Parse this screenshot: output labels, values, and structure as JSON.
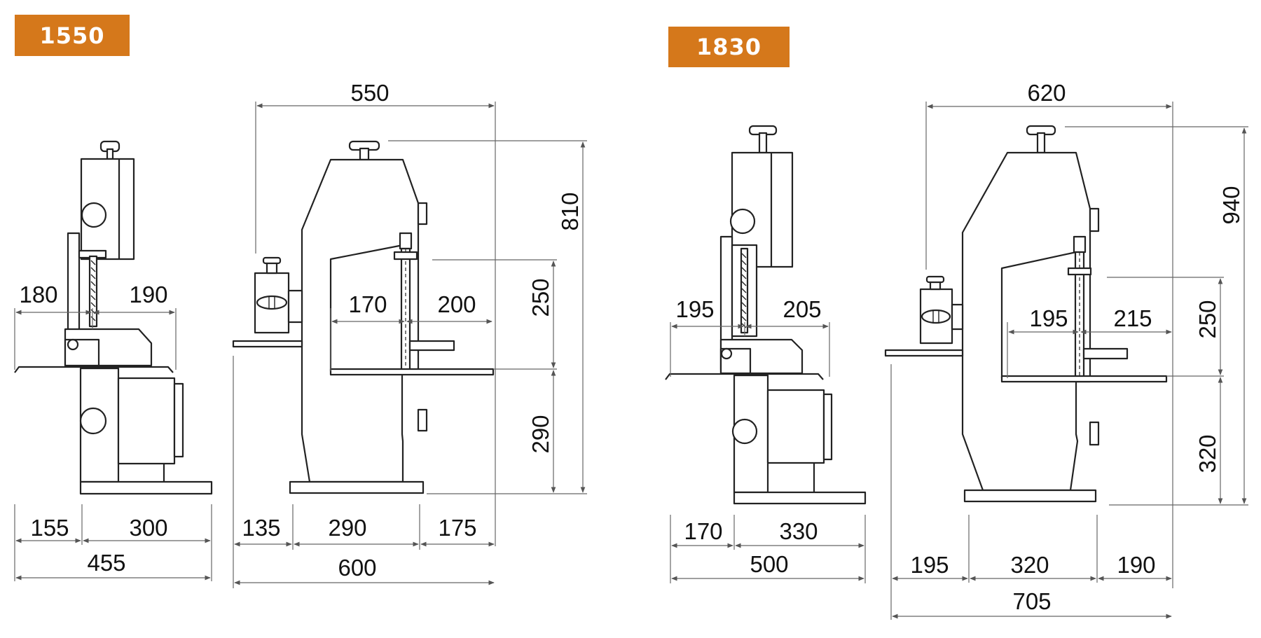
{
  "models": [
    {
      "badge": "1550",
      "side": {
        "top_left": "180",
        "top_right": "190",
        "bottom_left": "155",
        "bottom_right": "300",
        "total": "455"
      },
      "front": {
        "width": "550",
        "height": "810",
        "upper_h": "250",
        "lower_h": "290",
        "throat_left": "170",
        "throat_right": "200",
        "bottom_left": "135",
        "bottom_mid": "290",
        "bottom_right": "175",
        "total": "600"
      }
    },
    {
      "badge": "1830",
      "side": {
        "top_left": "195",
        "top_right": "205",
        "bottom_left": "170",
        "bottom_right": "330",
        "total": "500"
      },
      "front": {
        "width": "620",
        "height": "940",
        "upper_h": "250",
        "lower_h": "320",
        "throat_left": "195",
        "throat_right": "215",
        "bottom_left": "195",
        "bottom_mid": "320",
        "bottom_right": "190",
        "total": "705"
      }
    }
  ],
  "colors": {
    "badge": "#d5781b",
    "badge_text": "#ffffff",
    "lines": "#222222"
  }
}
